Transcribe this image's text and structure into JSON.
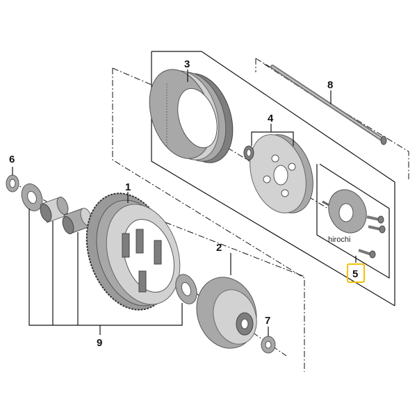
{
  "callouts": {
    "c1": "1",
    "c2": "2",
    "c3": "3",
    "c4": "4",
    "c5": "5",
    "c6": "6",
    "c7": "7",
    "c8": "8",
    "c9": "9"
  },
  "watermark": "hirochi",
  "colors": {
    "highlight": "#f2c200",
    "part_gray": "#a8a8a8",
    "line": "#111111"
  }
}
